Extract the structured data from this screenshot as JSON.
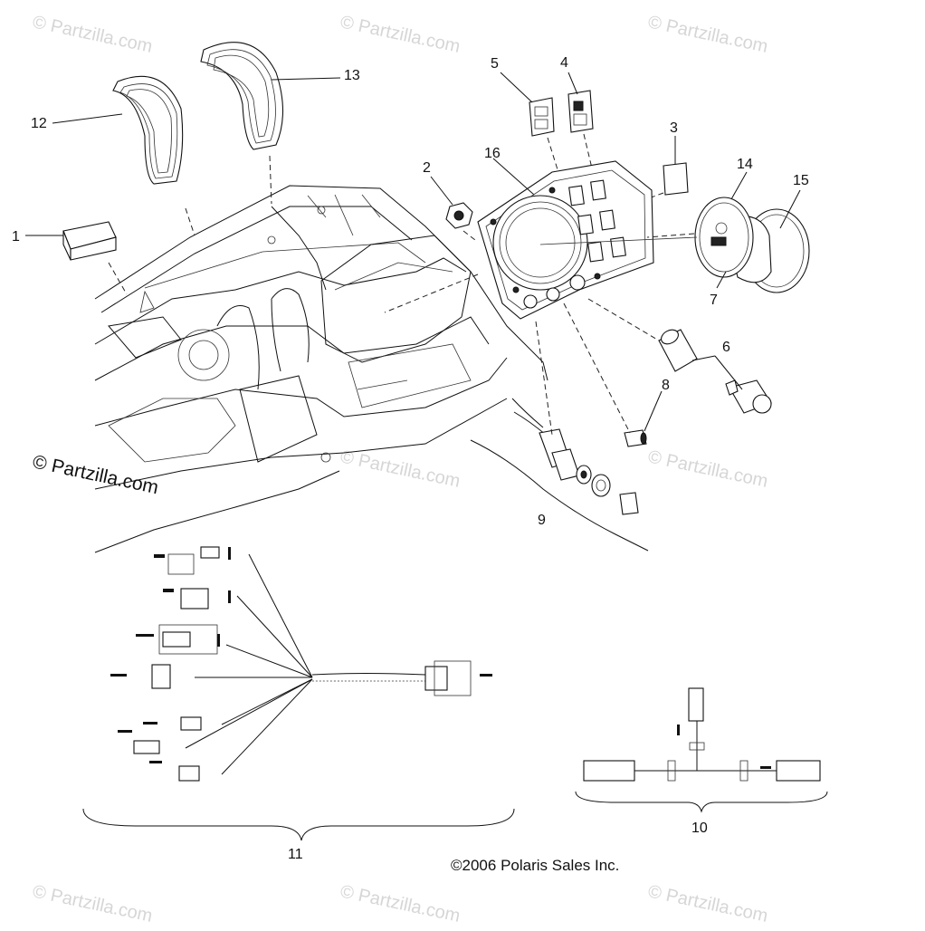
{
  "callouts": [
    "1",
    "2",
    "3",
    "4",
    "5",
    "6",
    "7",
    "8",
    "9",
    "10",
    "11",
    "12",
    "13",
    "14",
    "15",
    "16"
  ],
  "copyright": "©2006 Polaris Sales Inc.",
  "watermark_main": "© Partzilla.com",
  "watermark_faint": "© Partzilla.com"
}
